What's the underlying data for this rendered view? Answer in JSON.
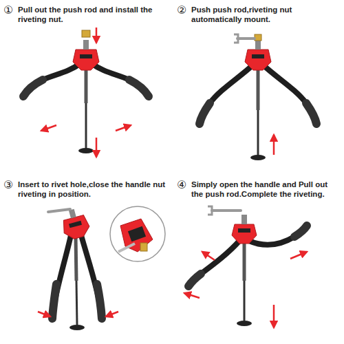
{
  "diagram": {
    "labels": [
      "①",
      "Pull out the push rod and install the riveting nut.",
      "②",
      "Push push rod,riveting nut automatically mount.",
      "③",
      "Insert to rivet hole,close the handle nut riveting in position.",
      "④",
      "Simply open the handle and Pull out the push rod.Complete the riveting."
    ]
  }
}
